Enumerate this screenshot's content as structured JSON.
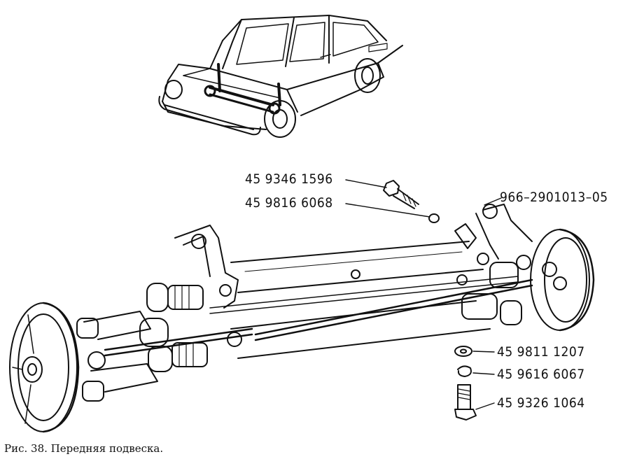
{
  "caption": "Рис. 38. Передняя подвеска.",
  "callouts": [
    {
      "id": "bolt-top",
      "text": "45 9346 1596"
    },
    {
      "id": "washer-top",
      "text": "45 9816 6068"
    },
    {
      "id": "assembly",
      "text": "966–2901013–05"
    },
    {
      "id": "washer-flat",
      "text": "45 9811 1207"
    },
    {
      "id": "lock-washer",
      "text": "45 9616 6067"
    },
    {
      "id": "bolt-bottom",
      "text": "45 9326 1064"
    }
  ]
}
